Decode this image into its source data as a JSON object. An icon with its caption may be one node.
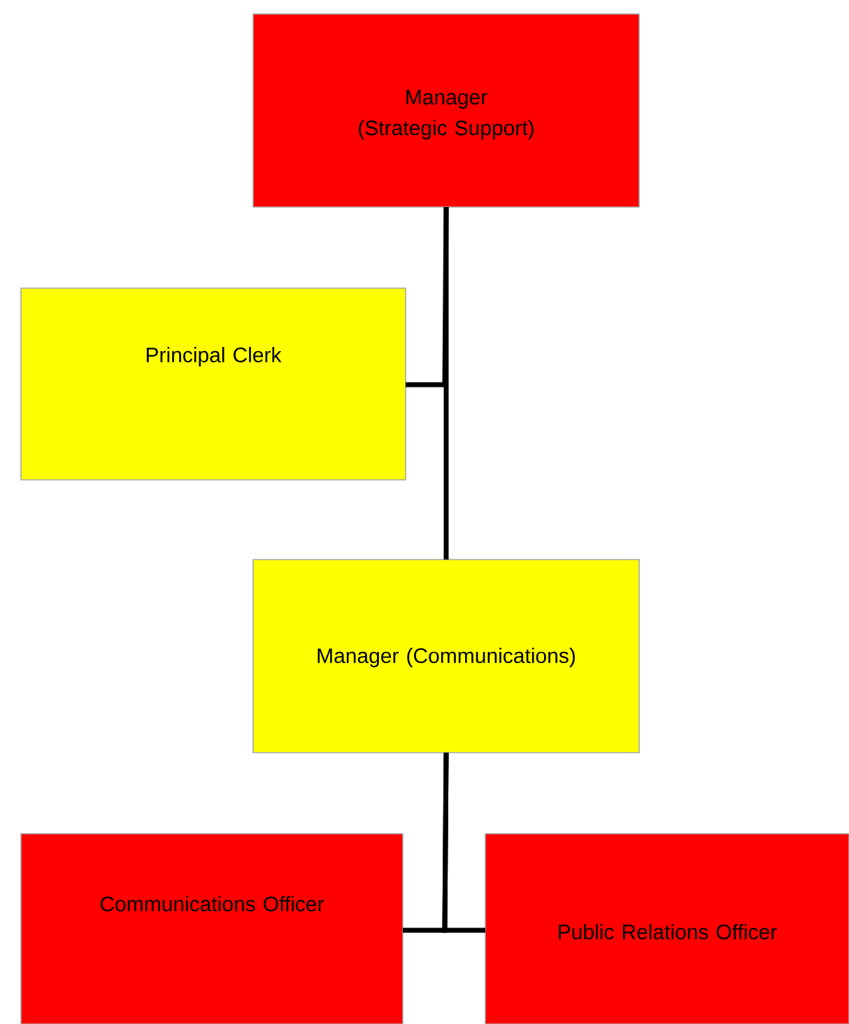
{
  "diagram": {
    "nodes": [
      {
        "text": [
          "Manager (Strategic Support)"
        ]
      },
      {
        "text": [
          "Principal Clerk"
        ]
      },
      {
        "text": [
          "Manager (Communications)"
        ]
      },
      {
        "text": [
          "Communications Officer"
        ]
      },
      {
        "text": [
          "Public Relations Officer"
        ]
      }
    ],
    "edges": [
      {
        "from": 0,
        "to": 1,
        "arrow": "none"
      },
      {
        "from": 0,
        "to": 2,
        "arrow": "none"
      },
      {
        "from": 2,
        "to": 3,
        "arrow": "none"
      },
      {
        "from": 2,
        "to": 4,
        "arrow": "none"
      }
    ]
  }
}
